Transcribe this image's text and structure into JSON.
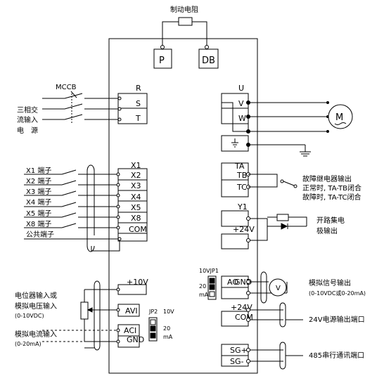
{
  "brake_resistor_label": "制动电阻",
  "brake_terminals": [
    "P",
    "DB"
  ],
  "mccb_label": "MCCB",
  "power_input_label": [
    "三相交",
    "流输入",
    "电　源"
  ],
  "input_terminals": [
    "R",
    "S",
    "T"
  ],
  "output_terminals": [
    "U",
    "V",
    "W"
  ],
  "motor_symbol": "M",
  "relay_terminals": [
    "TA",
    "TB",
    "TC"
  ],
  "relay_labels": [
    "故障继电器输出",
    "正常时, TA-TB闭合",
    "故障时, TA-TC闭合"
  ],
  "open_collector_terminals": [
    "Y1",
    "+24V"
  ],
  "open_collector_labels": [
    "开路集电",
    "极输出"
  ],
  "digital_input_terminals": [
    "X1",
    "X2",
    "X3",
    "X4",
    "X5",
    "X8",
    "COM"
  ],
  "digital_input_labels": [
    "X1 端子",
    "X2 端子",
    "X3 端子",
    "X4 端子",
    "X5 端子",
    "X8 端子",
    "公共端子"
  ],
  "jp1_label": "10VJP1",
  "jp1_options": [
    "20",
    "mA"
  ],
  "analog_out_terminals": [
    "AO",
    "GND"
  ],
  "voltmeter_symbol": "V",
  "analog_out_labels": [
    "模拟信号输出",
    "(0-10VDC或0-20mA)"
  ],
  "analog_in_terminals": [
    "+10V",
    "AVI",
    "ACI",
    "GND"
  ],
  "jp2_labels": [
    "JP2",
    "10V",
    "20",
    "mA"
  ],
  "pot_labels": [
    "电位器输入或",
    "模拟电压输入",
    "(0-10VDC)"
  ],
  "current_in_labels": [
    "模拟电流输入",
    "(0-20mA)"
  ],
  "power_out_terminals": [
    "+24V",
    "COM"
  ],
  "power_out_label": "24V电源输出端口",
  "comm_terminals": [
    "SG+",
    "SG-"
  ],
  "comm_label": "485串行通讯端口"
}
